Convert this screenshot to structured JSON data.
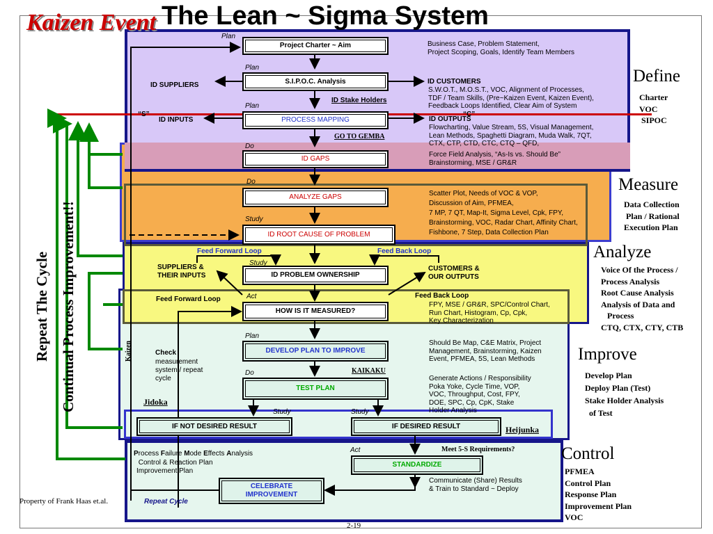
{
  "header": {
    "event_logo": "Kaizen Event",
    "title": "The Lean ~ Sigma System"
  },
  "footer": {
    "property": "Property of Frank Haas  et.al.",
    "page": "2-19",
    "repeat_cycle": "Repeat Cycle"
  },
  "side": {
    "repeat": "Repeat The Cycle",
    "continual": "Continual Process Improvement!!",
    "kaizen": "Kaizen"
  },
  "phases": {
    "define": {
      "name": "Define",
      "items": "Charter\nVOC\n SIPOC"
    },
    "measure": {
      "name": "Measure",
      "items": "Data Collection\n Plan / Rational\nExecution Plan"
    },
    "analyze": {
      "name": "Analyze",
      "items": "Voice Of the Process /\nProcess Analysis\nRoot Cause Analysis\nAnalysis of Data and\n   Process\nCTQ, CTX, CTY, CTB"
    },
    "improve": {
      "name": "Improve",
      "items": "Develop Plan\nDeploy Plan (Test)\nStake Holder Analysis\n  of Test"
    },
    "control": {
      "name": "Control",
      "items": "PFMEA\nControl Plan\nResponse Plan\nImprovement Plan\nVOC"
    }
  },
  "steps": {
    "project_charter": "Project Charter ~ Aim",
    "sipoc": "S.I.P.O.C. Analysis",
    "process_mapping": "PROCESS MAPPING",
    "id_gaps": "ID GAPS",
    "analyze_gaps": "ANALYZE GAPS",
    "id_root_cause": "ID ROOT CAUSE  OF PROBLEM",
    "id_problem_ownership": "ID PROBLEM  OWNERSHIP",
    "how_measured": "HOW IS IT MEASURED?",
    "develop_plan": "DEVELOP PLAN TO IMPROVE",
    "test_plan": "TEST PLAN",
    "if_not_desired": "IF NOT DESIRED RESULT",
    "if_desired": "IF DESIRED RESULT",
    "standardize": "STANDARDIZE",
    "celebrate": "CELEBRATE IMPROVEMENT"
  },
  "stage_labels": {
    "plan": "Plan",
    "do": "Do",
    "study": "Study",
    "act": "Act"
  },
  "labels": {
    "id_suppliers": "ID SUPPLIERS",
    "id_customers": "ID CUSTOMERS",
    "id_stake_holders": "ID Stake Holders",
    "s_quote": "“S”",
    "c_quote": "“C”",
    "id_inputs": "ID INPUTS",
    "id_outputs": "ID OUTPUTS",
    "go_to_gemba": "GO TO GEMBA",
    "feed_forward_loop": "Feed Forward Loop",
    "feed_back_loop": "Feed Back Loop",
    "suppliers_inputs": "SUPPLIERS &\nTHEIR INPUTS",
    "customers_outputs": "CUSTOMERS &\nOUR OUTPUTS",
    "feed_forward_loop_2": "Feed Forward Loop",
    "feed_back_loop_2": "Feed Back Loop",
    "check": "Check",
    "check_text": "measurement\nsystem / repeat\ncycle",
    "kaikaku": "KAIKAKU",
    "jidoka": "Jidoka",
    "heijunka": "Heijunka",
    "meet_5s": "Meet 5-S Requirements?",
    "pfmea_p": "P",
    "pfmea_1": "rocess ",
    "pfmea_f": "F",
    "pfmea_2": "ailure ",
    "pfmea_m": "M",
    "pfmea_3": "ode ",
    "pfmea_e": "E",
    "pfmea_4": "ffects ",
    "pfmea_a": "A",
    "pfmea_5": "nalysis",
    "pfmea_rest": " Control & Reaction Plan\nImprovement Plan"
  },
  "notes": {
    "charter": "Business Case, Problem Statement,\nProject Scoping, Goals, Identify Team Members",
    "sipoc": "S.W.O.T., M.O.S.T., VOC, Alignment of Processes,\nTDF / Team Skills, (Pre~Kaizen Event, Kaizen Event),\nFeedback Loops Identified, Clear Aim of System",
    "mapping": "Flowcharting, Value Stream, 5S, Visual Management,\nLean Methods, Spaghetti Diagram, Muda Walk, 7QT,\nCTX, CTP, CTD, CTC, CTQ – QFD,",
    "gaps": "Force Field Analysis, “As-Is vs. Should Be”\nBrainstorming, MSE / GR&R",
    "analyze": "Scatter Plot, Needs of VOC & VOP,\nDiscussion of Aim, PFMEA,\n7 MP, 7 QT, Map-It, Sigma Level, Cpk, FPY,\nBrainstorming, VOC, Radar Chart, Affinity Chart,\nFishbone, 7 Step, Data Collection Plan",
    "measured": "FPY, MSE / GR&R, SPC/Control Chart,\nRun Chart, Histogram, Cp, Cpk,\nKey Characterization",
    "develop": "Should Be Map, C&E Matrix, Project\nManagement, Brainstorming, Kaizen\nEvent, PFMEA, 5S, Lean Methods",
    "test": "Generate Actions / Responsibility\nPoka Yoke, Cycle Time, VOP,\nVOC, Throughput, Cost, FPY,\nDOE, SPC, Cp, CpK, Stake\nHolder Analysis",
    "standardize": "Communicate (Share) Results\n& Train to Standard ~ Deploy"
  },
  "colors": {
    "define": "#d8c8f8",
    "measure": "#f6a945",
    "analyze": "#f8f880",
    "improve": "#e6f6ee",
    "control": "#e6f6ee",
    "navy": "#16168a",
    "red": "#cc0000",
    "blue_text": "#2233cc",
    "green": "#00aa00",
    "green_arrow": "#008800"
  }
}
